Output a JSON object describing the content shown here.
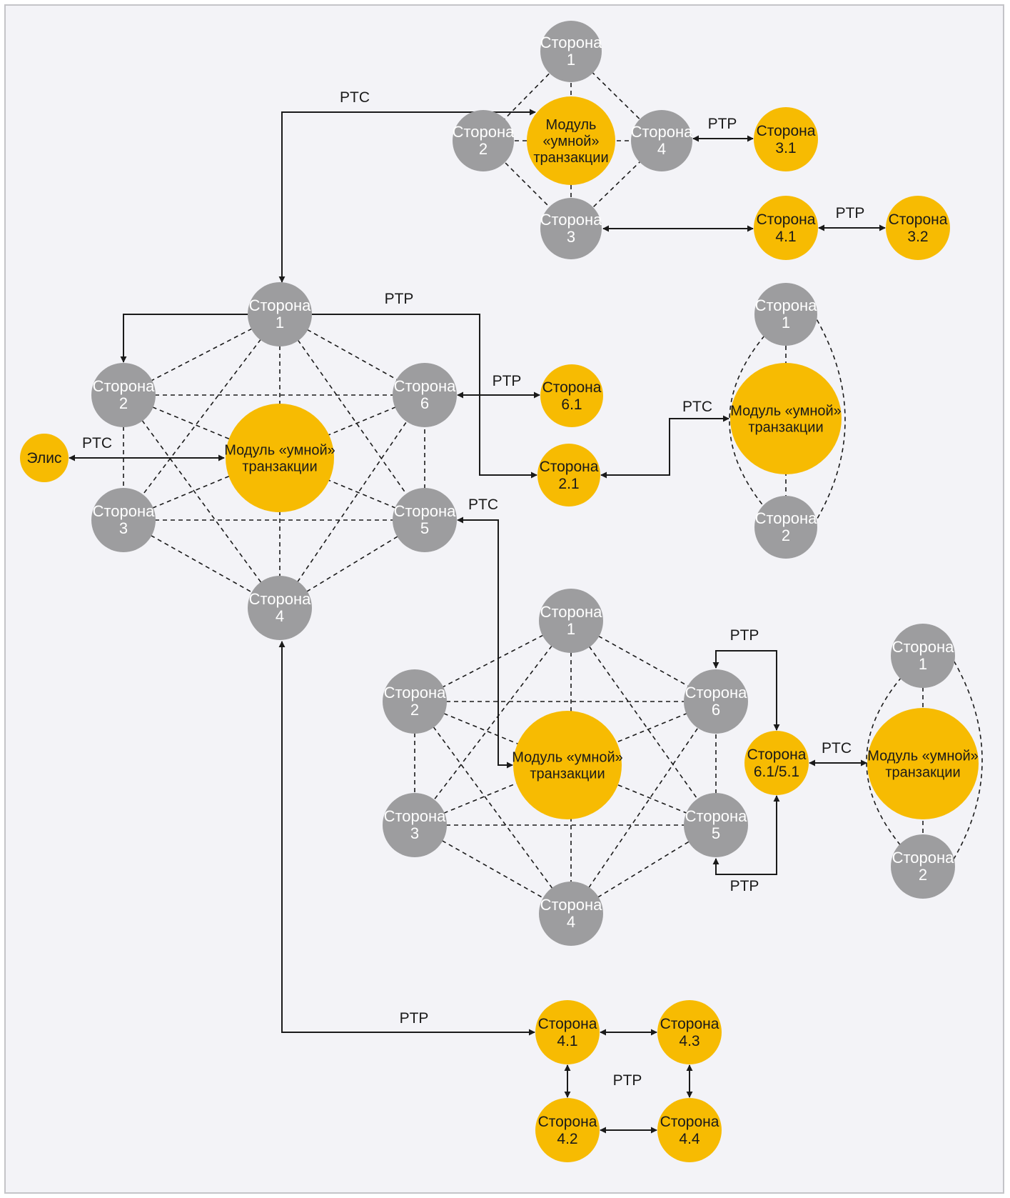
{
  "labels": {
    "ptc": "PTC",
    "ptp": "PTP"
  },
  "nodes": {
    "t1": "Сторона\n1",
    "t2": "Сторона\n2",
    "t3": "Сторона\n3",
    "t4": "Сторона\n4",
    "t31": "Сторона\n3.1",
    "t41": "Сторона\n4.1",
    "t32": "Сторона\n3.2",
    "hubTop": "Модуль\n«умной»\nтранзакции",
    "m1": "Сторона\n1",
    "m2": "Сторона\n2",
    "m3": "Сторона\n3",
    "m4": "Сторона\n4",
    "m5": "Сторона\n5",
    "m6": "Сторона\n6",
    "hubMain": "Модуль «умной»\nтранзакции",
    "alice": "Элис",
    "m61": "Сторона\n6.1",
    "m21": "Сторона\n2.1",
    "r1": "Сторона\n1",
    "r2": "Сторона\n2",
    "hubRight": "Модуль «умной»\nтранзакции",
    "b1": "Сторона\n1",
    "b2": "Сторона\n2",
    "b3": "Сторона\n3",
    "b4": "Сторона\n4",
    "b5": "Сторона\n5",
    "b6": "Сторона\n6",
    "hubBottom": "Модуль «умной»\nтранзакции",
    "b6151": "Сторона\n6.1/5.1",
    "br1": "Сторона\n1",
    "br2": "Сторона\n2",
    "hubBottomRight": "Модуль «умной»\nтранзакции",
    "q41": "Сторона\n4.1",
    "q43": "Сторона\n4.3",
    "q42": "Сторона\n4.2",
    "q44": "Сторона\n4.4"
  },
  "colors": {
    "party": "#9d9d9f",
    "external": "#f7bb02",
    "background": "#f3f3f7"
  }
}
